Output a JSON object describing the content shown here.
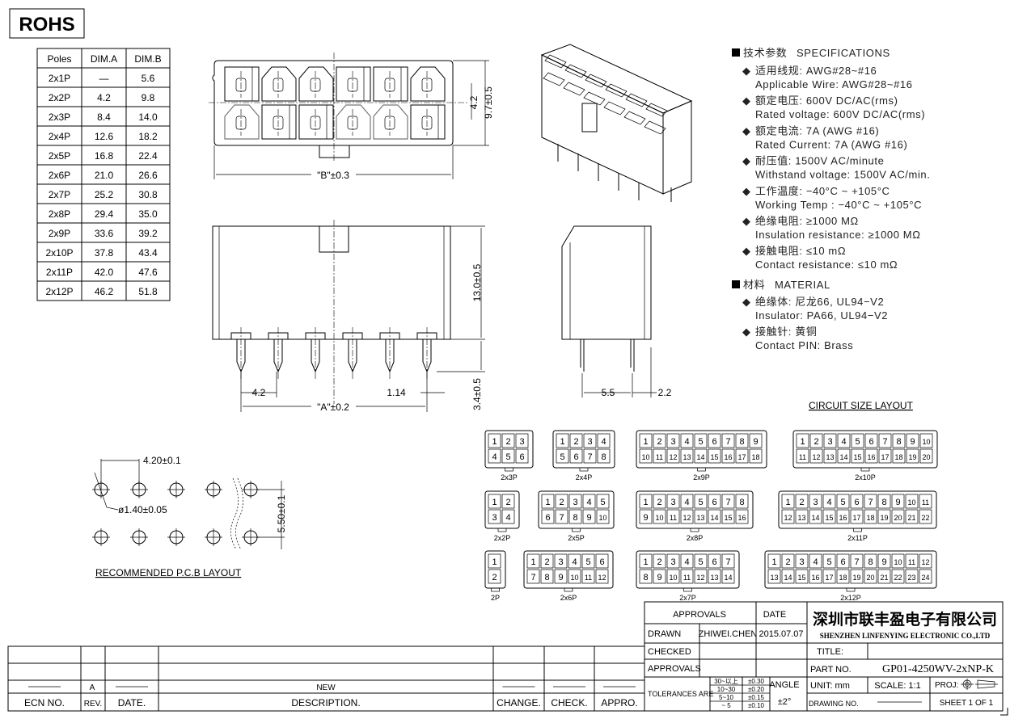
{
  "badge": "ROHS",
  "dim_table": {
    "headers": [
      "Poles",
      "DIM.A",
      "DIM.B"
    ],
    "rows": [
      [
        "2x1P",
        "—",
        "5.6"
      ],
      [
        "2x2P",
        "4.2",
        "9.8"
      ],
      [
        "2x3P",
        "8.4",
        "14.0"
      ],
      [
        "2x4P",
        "12.6",
        "18.2"
      ],
      [
        "2x5P",
        "16.8",
        "22.4"
      ],
      [
        "2x6P",
        "21.0",
        "26.6"
      ],
      [
        "2x7P",
        "25.2",
        "30.8"
      ],
      [
        "2x8P",
        "29.4",
        "35.0"
      ],
      [
        "2x9P",
        "33.6",
        "39.2"
      ],
      [
        "2x10P",
        "37.8",
        "43.4"
      ],
      [
        "2x11P",
        "42.0",
        "47.6"
      ],
      [
        "2x12P",
        "46.2",
        "51.8"
      ]
    ]
  },
  "dimensions": {
    "top_pitch": "4.2",
    "top_height": "9.7±0.5",
    "top_width": "\"B\"±0.3",
    "front_height": "13.0±0.5",
    "pin_length": "3.4±0.5",
    "front_pitch": "4.2",
    "pin_width": "1.14",
    "front_width": "\"A\"±0.2",
    "side_a": "5.5",
    "side_b": "2.2"
  },
  "pcb": {
    "pitch": "4.20±0.1",
    "hole": "ø1.40±0.05",
    "row_pitch": "5.50±0.1",
    "title": "RECOMMENDED  P.C.B  LAYOUT"
  },
  "specs": {
    "header_cn": "技术参数",
    "header_en": "SPECIFICATIONS",
    "items": [
      {
        "cn": "适用线规:  AWG#28~#16",
        "en": "Applicable Wire:  AWG#28~#16"
      },
      {
        "cn": "额定电压:  600V DC/AC(rms)",
        "en": "Rated voltage:  600V DC/AC(rms)"
      },
      {
        "cn": "额定电流:  7A (AWG #16)",
        "en": "Rated Current:  7A (AWG #16)"
      },
      {
        "cn": "耐压值:  1500V AC/minute",
        "en": "Withstand voltage:  1500V AC/min."
      },
      {
        "cn": "工作温度:  −40°C ~ +105°C",
        "en": "Working Temp :  −40°C ~ +105°C"
      },
      {
        "cn": "绝缘电阻:    ≥1000 MΩ",
        "en": "Insulation resistance:  ≥1000 MΩ"
      },
      {
        "cn": "接触电阻:  ≤10 mΩ",
        "en": "Contact resistance:  ≤10 mΩ"
      }
    ],
    "material_cn": "材料",
    "material_en": "MATERIAL",
    "materials": [
      {
        "cn": "绝缘体:  尼龙66, UL94−V2",
        "en": "Insulator:  PA66, UL94−V2"
      },
      {
        "cn": "接触针:  黄铜",
        "en": "Contact PIN:  Brass"
      }
    ]
  },
  "circuit": {
    "title": "CIRCUIT  SIZE  LAYOUT",
    "layouts": [
      {
        "label": "2x3P",
        "cols": 3
      },
      {
        "label": "2x4P",
        "cols": 4
      },
      {
        "label": "2x9P",
        "cols": 9
      },
      {
        "label": "2x10P",
        "cols": 10
      },
      {
        "label": "2x2P",
        "cols": 2
      },
      {
        "label": "2x5P",
        "cols": 5
      },
      {
        "label": "2x8P",
        "cols": 8
      },
      {
        "label": "2x11P",
        "cols": 11
      },
      {
        "label": "2P",
        "cols": 1
      },
      {
        "label": "2x6P",
        "cols": 6
      },
      {
        "label": "2x7P",
        "cols": 7
      },
      {
        "label": "2x12P",
        "cols": 12
      }
    ]
  },
  "title_block": {
    "approvals": "APPROVALS",
    "date": "DATE",
    "drawn": "DRAWN",
    "drawn_by": "ZHIWEI.CHEN",
    "drawn_date": "2015.07.07",
    "checked": "CHECKED",
    "approvals2": "APPROVALS",
    "tolerances": "TOLERANCES  ARE",
    "tol_rows": [
      [
        "30~以上",
        "±0.30"
      ],
      [
        "10~30",
        "±0.20"
      ],
      [
        "5~10",
        "±0.15"
      ],
      [
        "~ 5",
        "±0.10"
      ]
    ],
    "angle": "ANGLE",
    "angle_val": "±2°",
    "company_cn": "深圳市联丰盈电子有限公司",
    "company_en": "SHENZHEN LINFENYING ELECTRONIC CO.,LTD",
    "title_label": "TITLE:",
    "part_label": "PART  NO.",
    "part_no": "GP01-4250WV-2xNP-K",
    "unit": "UNIT:  mm",
    "scale": "SCALE:   1:1",
    "proj": "PROJ:",
    "drawing_no": "DRAWING  NO.",
    "sheet": "SHEET   1  OF  1"
  },
  "revision": {
    "rev": "A",
    "description": "NEW",
    "headers": [
      "ECN  NO.",
      "REV.",
      "DATE.",
      "DESCRIPTION.",
      "CHANGE.",
      "CHECK.",
      "APPRO."
    ]
  }
}
